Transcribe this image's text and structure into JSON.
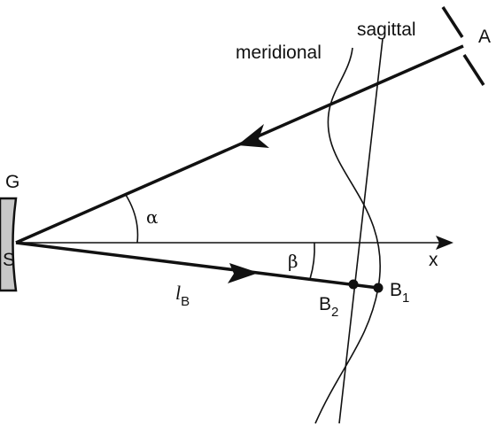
{
  "labels": {
    "grating": "G",
    "source_point": "S",
    "aperture": "A",
    "axis_x": "x",
    "meridional": "meridional",
    "sagittal": "sagittal",
    "alpha": "α",
    "beta": "β",
    "path_l": "l",
    "path_l_sub": "B",
    "b1": "B",
    "b1_sub": "1",
    "b2": "B",
    "b2_sub": "2"
  },
  "colors": {
    "ink": "#111111",
    "grating_fill": "#c8c8c8"
  }
}
